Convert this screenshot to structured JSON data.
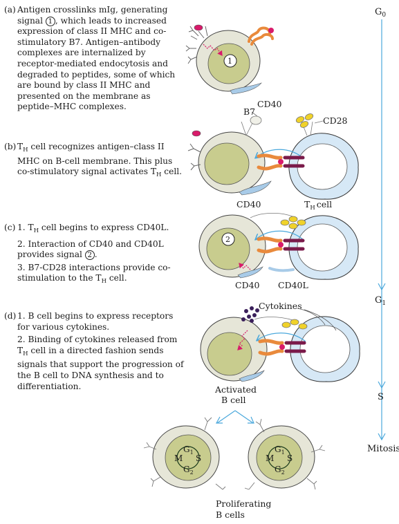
{
  "steps": [
    {
      "tag": "(a)",
      "parts": [
        "Antigen crosslinks mIg, generating signal ",
        "1",
        ", which leads to increased expression of class II MHC and co-stimulatory B7.  Antigen–antibody complexes are internalized by receptor-mediated endocytosis and degraded to peptides, some of which are bound by class II MHC and presented on the membrane as peptide–MHC complexes."
      ]
    },
    {
      "tag": "(b)",
      "t": "T",
      "h": "H",
      "rest": " cell recognizes antigen–class II MHC on B-cell membrane.  This plus co-stimulatory signal activates T",
      "h2": "H",
      "end": " cell."
    },
    {
      "tag": "(c)",
      "item1_a": "1. T",
      "item1_h": "H",
      "item1_b": " cell begins to express CD40L.",
      "item2_a": "2. Interaction of CD40 and CD40L provides signal ",
      "item2_num": "2",
      "item2_b": ".",
      "item3_a": "3. B7-CD28 interactions provide co-stimulation to the T",
      "item3_h": "H",
      "item3_b": " cell."
    },
    {
      "tag": "(d)",
      "item1": "1. B cell begins to express receptors for various cytokines.",
      "item2_a": "2. Binding of cytokines released from T",
      "item2_h": "H",
      "item2_b": " cell in a directed fashion sends signals that support the progression of the B cell to DNA synthesis and to differentiation."
    }
  ],
  "labels": {
    "cd40_a": "CD40",
    "b7": "B7",
    "cd28": "CD28",
    "cd40_b": "CD40",
    "th_cell_t": "T",
    "th_cell_h": "H",
    "th_cell_rest": "cell",
    "cd40_c": "CD40",
    "cd40l": "CD40L",
    "cytokines": "Cytokines",
    "activated_line1": "Activated",
    "activated_line2": "B cell",
    "proliferating_line1": "Proliferating",
    "proliferating_line2": "B cells",
    "signal1": "1",
    "signal2": "2"
  },
  "cell_cycle": {
    "g1": "G",
    "g1_sub": "1",
    "s": "S",
    "g2": "G",
    "g2_sub": "2",
    "m": "M"
  },
  "timeline": {
    "g0": "G",
    "g0_sub": "0",
    "g1": "G",
    "g1_sub": "1",
    "s": "S",
    "mitosis": "Mitosis"
  },
  "colors": {
    "b_cell_outer": "#e6e6d8",
    "b_cell_nucleus": "#c8cc8e",
    "th_cell": "#d6e8f6",
    "th_nucleus": "#ffffff",
    "arrows": "#4aa8dc",
    "mhc_orange": "#e98a3c",
    "tcr_purple": "#7a1a4a",
    "antigen": "#d81b6b",
    "cytokine": "#3a1f5a",
    "b7_yellow": "#f0d22a"
  }
}
